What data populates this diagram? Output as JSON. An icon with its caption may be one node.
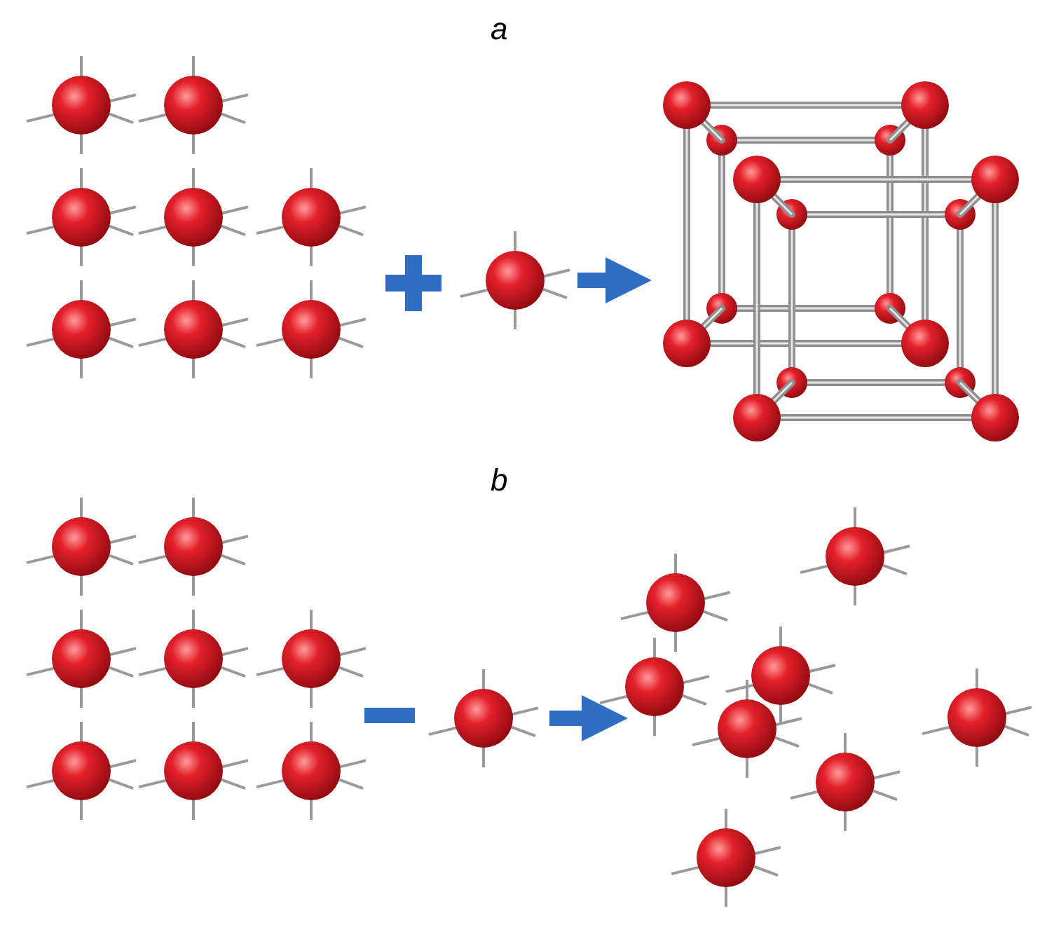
{
  "diagram": {
    "nodes": [
      {
        "text": [],
        "shape": "picture"
      },
      {
        "text": [],
        "shape": "picture"
      },
      {
        "text": [],
        "shape": "picture"
      },
      {
        "text": [],
        "shape": "picture"
      },
      {
        "text": [],
        "shape": "picture"
      },
      {
        "text": [],
        "shape": "picture"
      }
    ],
    "edges": [
      {
        "from": 1,
        "to": 2,
        "arrow": "to"
      },
      {
        "from": 4,
        "to": 5,
        "arrow": "to"
      }
    ],
    "labels": [
      "a",
      "b"
    ]
  }
}
